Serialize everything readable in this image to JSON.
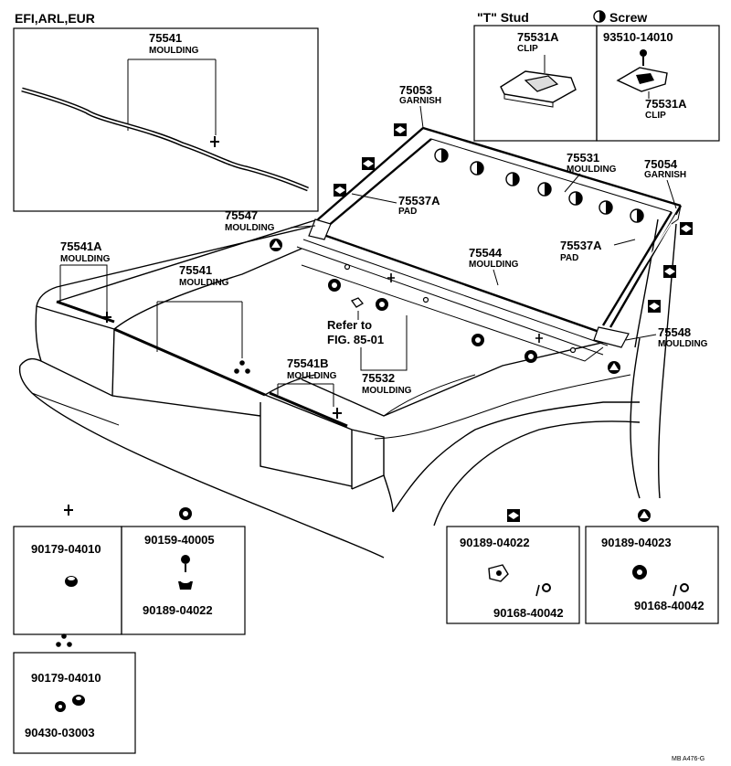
{
  "header": {
    "title": "EFI,ARL,EUR"
  },
  "legend": {
    "t_stud": "\"T\" Stud",
    "screw": "Screw"
  },
  "parts": {
    "p75541_top": {
      "num": "75541",
      "name": "MOULDING"
    },
    "p75531a_a": {
      "num": "75531A",
      "name": "CLIP"
    },
    "p93510": {
      "num": "93510-14010"
    },
    "p75531a_b": {
      "num": "75531A",
      "name": "CLIP"
    },
    "p75053": {
      "num": "75053",
      "name": "GARNISH"
    },
    "p75531": {
      "num": "75531",
      "name": "MOULDING"
    },
    "p75054": {
      "num": "75054",
      "name": "GARNISH"
    },
    "p75537a_l": {
      "num": "75537A",
      "name": "PAD"
    },
    "p75547": {
      "num": "75547",
      "name": "MOULDING"
    },
    "p75541a": {
      "num": "75541A",
      "name": "MOULDING"
    },
    "p75544": {
      "num": "75544",
      "name": "MOULDING"
    },
    "p75537a_r": {
      "num": "75537A",
      "name": "PAD"
    },
    "p75541_mid": {
      "num": "75541",
      "name": "MOULDING"
    },
    "refer": {
      "line1": "Refer to",
      "line2": "FIG. 85-01"
    },
    "p75548": {
      "num": "75548",
      "name": "MOULDING"
    },
    "p75541b": {
      "num": "75541B",
      "name": "MOULDING"
    },
    "p75532": {
      "num": "75532",
      "name": "MOULDING"
    }
  },
  "fastener_boxes": {
    "plus": {
      "p1": "90179-04010"
    },
    "ring": {
      "p1": "90159-40005",
      "p2": "90189-04022"
    },
    "diamond": {
      "p1": "90189-04022",
      "p2": "90168-40042"
    },
    "triangle": {
      "p1": "90189-04023",
      "p2": "90168-40042"
    },
    "dots": {
      "p1": "90179-04010",
      "p2": "90430-03003"
    }
  },
  "footer": {
    "code": "MB A476-G"
  }
}
